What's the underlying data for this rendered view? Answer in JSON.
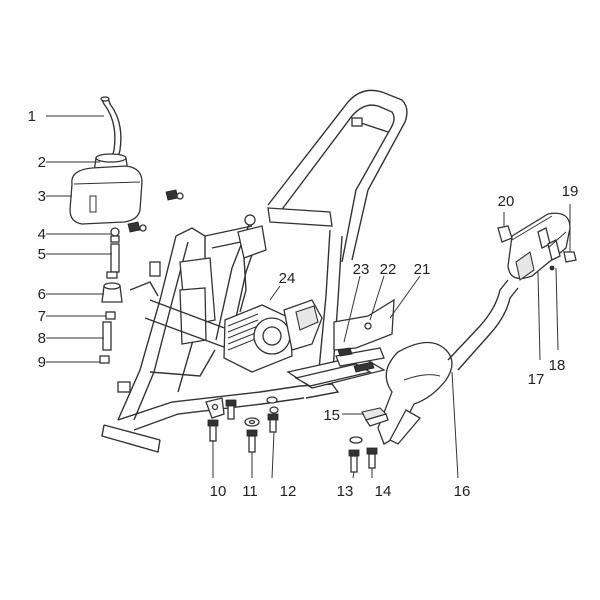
{
  "callouts": [
    {
      "id": "1",
      "label": "1"
    },
    {
      "id": "2",
      "label": "2"
    },
    {
      "id": "3",
      "label": "3"
    },
    {
      "id": "4",
      "label": "4"
    },
    {
      "id": "5",
      "label": "5"
    },
    {
      "id": "6",
      "label": "6"
    },
    {
      "id": "7",
      "label": "7"
    },
    {
      "id": "8",
      "label": "8"
    },
    {
      "id": "9",
      "label": "9"
    },
    {
      "id": "10",
      "label": "10"
    },
    {
      "id": "11",
      "label": "11"
    },
    {
      "id": "12",
      "label": "12"
    },
    {
      "id": "13",
      "label": "13"
    },
    {
      "id": "14",
      "label": "14"
    },
    {
      "id": "15",
      "label": "15"
    },
    {
      "id": "16",
      "label": "16"
    },
    {
      "id": "17",
      "label": "17"
    },
    {
      "id": "18",
      "label": "18"
    },
    {
      "id": "19",
      "label": "19"
    },
    {
      "id": "20",
      "label": "20"
    },
    {
      "id": "21",
      "label": "21"
    },
    {
      "id": "22",
      "label": "22"
    },
    {
      "id": "23",
      "label": "23"
    },
    {
      "id": "24",
      "label": "24"
    }
  ],
  "colors": {
    "line": "#333333",
    "background": "#ffffff",
    "shade": "#e6e6e6"
  }
}
